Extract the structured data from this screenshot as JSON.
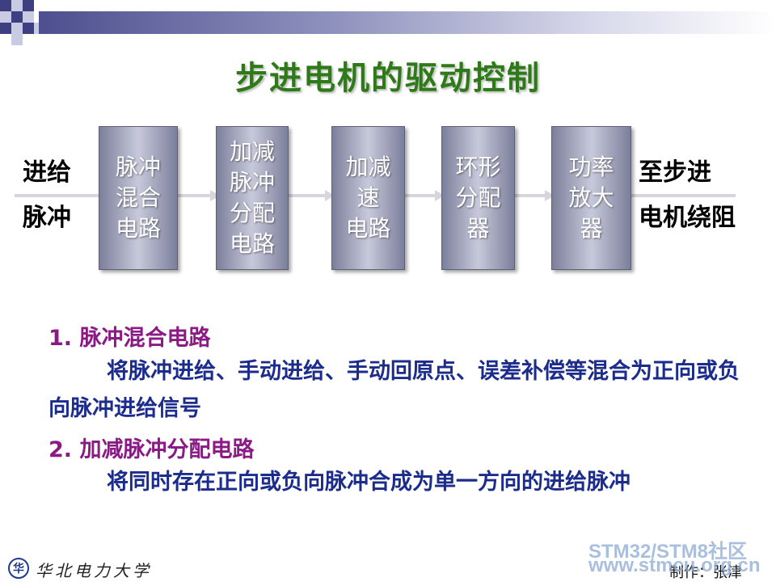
{
  "title": "步进电机的驱动控制",
  "input_label": "进给\n脉冲",
  "output_label": "至步进\n电机绕阻",
  "blocks": [
    "脉冲\n混合\n电路",
    "加减\n脉冲\n分配\n电路",
    "加减\n速\n电路",
    "环形\n分配\n器",
    "功率\n放大\n器"
  ],
  "sections": [
    {
      "heading": "1. 脉冲混合电路",
      "text": "将脉冲进给、手动进给、手动回原点、误差补偿等混合为正向或负向脉冲进给信号"
    },
    {
      "heading": "2. 加减脉冲分配电路",
      "text": "将同时存在正向或负向脉冲合成为单一方向的进给脉冲"
    }
  ],
  "footer": {
    "university": "华北电力大学",
    "maker": "制作：张津"
  },
  "watermark": {
    "line1": "STM32/STM8社区",
    "line2": "www.stmcu.org.cn"
  },
  "colors": {
    "title": "#2f7a18",
    "heading": "#8a1a84",
    "body_text": "#1c2c8c",
    "block_fill": "#a5a7bd"
  }
}
